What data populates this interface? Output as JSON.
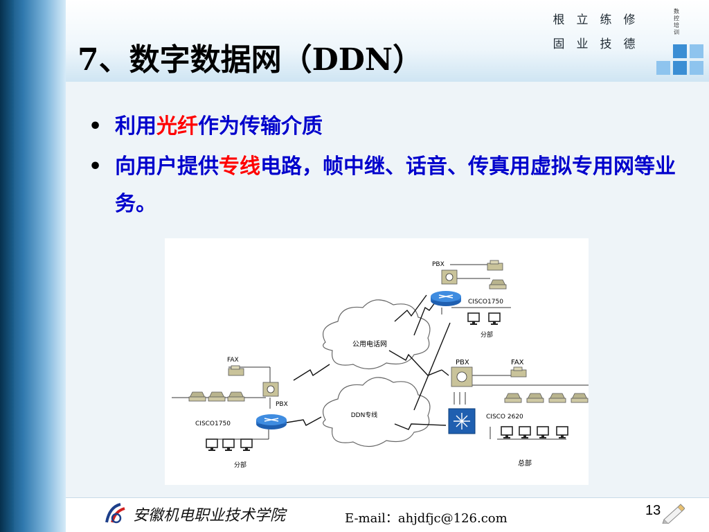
{
  "title": "7、数字数据网（DDN）",
  "motto": {
    "chars": [
      "根",
      "立",
      "练",
      "修",
      "固",
      "业",
      "技",
      "德"
    ],
    "side_text": "数控培训"
  },
  "bullets": [
    {
      "parts": [
        {
          "text": "利用",
          "highlight": false
        },
        {
          "text": "光纤",
          "highlight": true
        },
        {
          "text": "作为传输介质",
          "highlight": false
        }
      ]
    },
    {
      "parts": [
        {
          "text": "向用户提供",
          "highlight": false
        },
        {
          "text": "专线",
          "highlight": true
        },
        {
          "text": "电路，帧中继、话音、传真用虚拟专用网等业务。",
          "highlight": false
        }
      ]
    }
  ],
  "diagram": {
    "clouds": [
      "公用电话网",
      "DDN专线"
    ],
    "labels": {
      "pbx_top": "PBX",
      "pbx_left": "PBX",
      "pbx_right": "PBX",
      "fax_left": "FAX",
      "fax_right": "FAX",
      "router_top": "CISCO1750",
      "router_left": "CISCO1750",
      "router_right": "CISCO  2620",
      "branch_top": "分部",
      "branch_left": "分部",
      "hq": "总部"
    }
  },
  "footer": {
    "college": "安徽机电职业技术学院",
    "email": "E-mail：ahjdfjc@126.com",
    "page": "13"
  },
  "colors": {
    "bullet_text": "#0000cc",
    "highlight": "#ff0000",
    "accent_blue": "#3b8ed4"
  }
}
